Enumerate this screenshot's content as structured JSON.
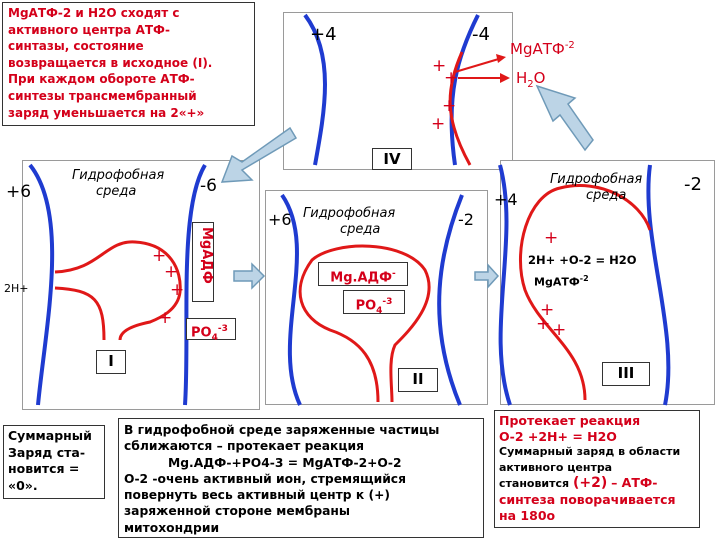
{
  "intro": {
    "lines": [
      "MgАТФ-2 и Н2О сходят с",
      "активного центра АТФ-",
      "синтазы, состояние",
      "возвращается в исходное (I).",
      "При каждом обороте АТФ-",
      "синтезы трансмембранный",
      "заряд уменьшается на 2«+»"
    ]
  },
  "stage4": {
    "label": "IV",
    "charge_left": "+4",
    "charge_right": "-4",
    "plus": "+",
    "product_atp": "MgАТФ",
    "product_atp_sup": "-2",
    "product_water": "Н",
    "product_water_sub": "2",
    "product_water_end": "О"
  },
  "stage1": {
    "label": "I",
    "charge_left": "+6",
    "charge_right": "-6",
    "medium": [
      "Гидрофобная",
      "среда"
    ],
    "ion": "2Н+",
    "plus": "+",
    "adp_vertical": "МgАДФ",
    "phosphate": "РО",
    "phosphate_sub": "4",
    "phosphate_sup": "-3"
  },
  "stage2": {
    "label": "II",
    "charge_left": "+6",
    "charge_right": "-2",
    "medium": [
      "Гидрофобная",
      "среда"
    ],
    "adp": "Mg.АДФ",
    "adp_sup": "-",
    "phosphate": "РО",
    "phosphate_sub": "4",
    "phosphate_sup": "-3"
  },
  "stage3": {
    "label": "III",
    "charge_left": "+4",
    "charge_right": "-2",
    "medium": [
      "Гидрофобная",
      "среда"
    ],
    "plus": "+",
    "reaction": "2Н+ +О-2 = Н2О",
    "atp": "MgАТФ",
    "atp_sup": "-2"
  },
  "total_charge": {
    "lines": [
      "Суммарный",
      "Заряд ста-",
      "новится =",
      "«0»."
    ]
  },
  "explanation": {
    "lines": [
      "В гидрофобной среде заряженные частицы",
      "сближаются – протекает реакция",
      "Mg.АДФ-+РО4-3 = MgАТФ-2+О-2",
      "О-2 -очень активный ион, стремящийся",
      "повернуть весь активный центр к (+)",
      "заряженной стороне мембраны",
      "митохондрии"
    ]
  },
  "reaction_note": {
    "line1": "Протекает реакция",
    "line2": "О-2 +2Н+ = Н2О",
    "line3": "Суммарный заряд в области",
    "line4": "активного центра",
    "line5_a": "становится",
    "line5_b": "(+2)",
    "line5_c": "– АТФ-",
    "line6": "синтеза поворачивается",
    "line7": "на 180о"
  },
  "colors": {
    "membrane": "#1f3bd0",
    "center": "#e01818",
    "accent": "#d4001a",
    "arrow_fill": "#bcd4e6",
    "arrow_stroke": "#6f9ab8"
  }
}
